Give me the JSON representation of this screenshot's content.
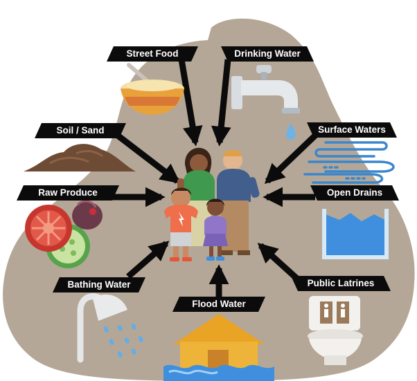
{
  "labels": {
    "street_food": "Street Food",
    "drinking_water": "Drinking Water",
    "soil_sand": "Soil / Sand",
    "surface_waters": "Surface Waters",
    "raw_produce": "Raw Produce",
    "open_drains": "Open Drains",
    "bathing_water": "Bathing Water",
    "public_latrines": "Public Latrines",
    "flood_water": "Flood Water"
  },
  "colors": {
    "background_shape": "#b5a797",
    "label_bg": "#0b0b0b",
    "label_text": "#ffffff",
    "arrow": "#0b0b0b"
  }
}
